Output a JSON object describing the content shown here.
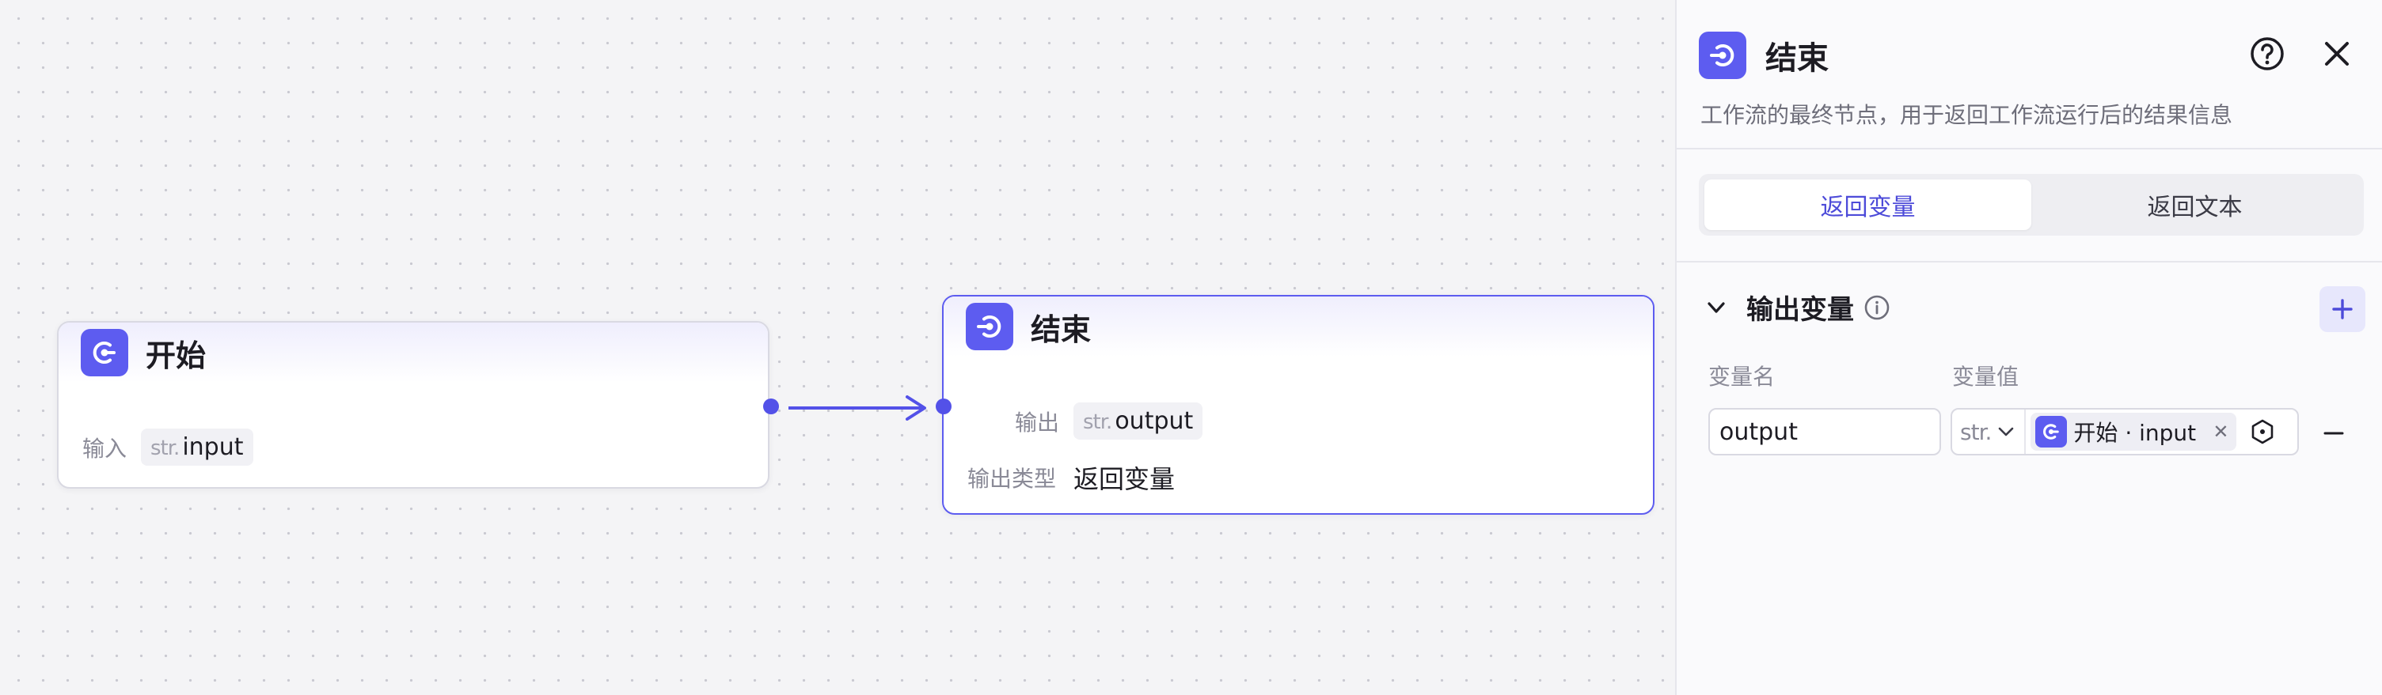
{
  "canvas": {
    "start_node": {
      "title": "开始",
      "icon": "start-node-icon",
      "input_label": "输入",
      "input_param": {
        "type": "str.",
        "name": "input"
      }
    },
    "end_node": {
      "title": "结束",
      "icon": "end-node-icon",
      "output_label": "输出",
      "output_param": {
        "type": "str.",
        "name": "output"
      },
      "output_type_label": "输出类型",
      "output_type_value": "返回变量"
    }
  },
  "panel": {
    "title": "结束",
    "description": "工作流的最终节点，用于返回工作流运行后的结果信息",
    "tabs": [
      {
        "label": "返回变量",
        "active": true
      },
      {
        "label": "返回文本",
        "active": false
      }
    ],
    "section": {
      "title": "输出变量",
      "col_name": "变量名",
      "col_value": "变量值",
      "rows": [
        {
          "name": "output",
          "type": "str.",
          "ref_label": "开始 · input"
        }
      ]
    }
  },
  "colors": {
    "accent": "#5d5cf0",
    "edge": "#5351e8",
    "active_tab": "#4d4bd9"
  }
}
